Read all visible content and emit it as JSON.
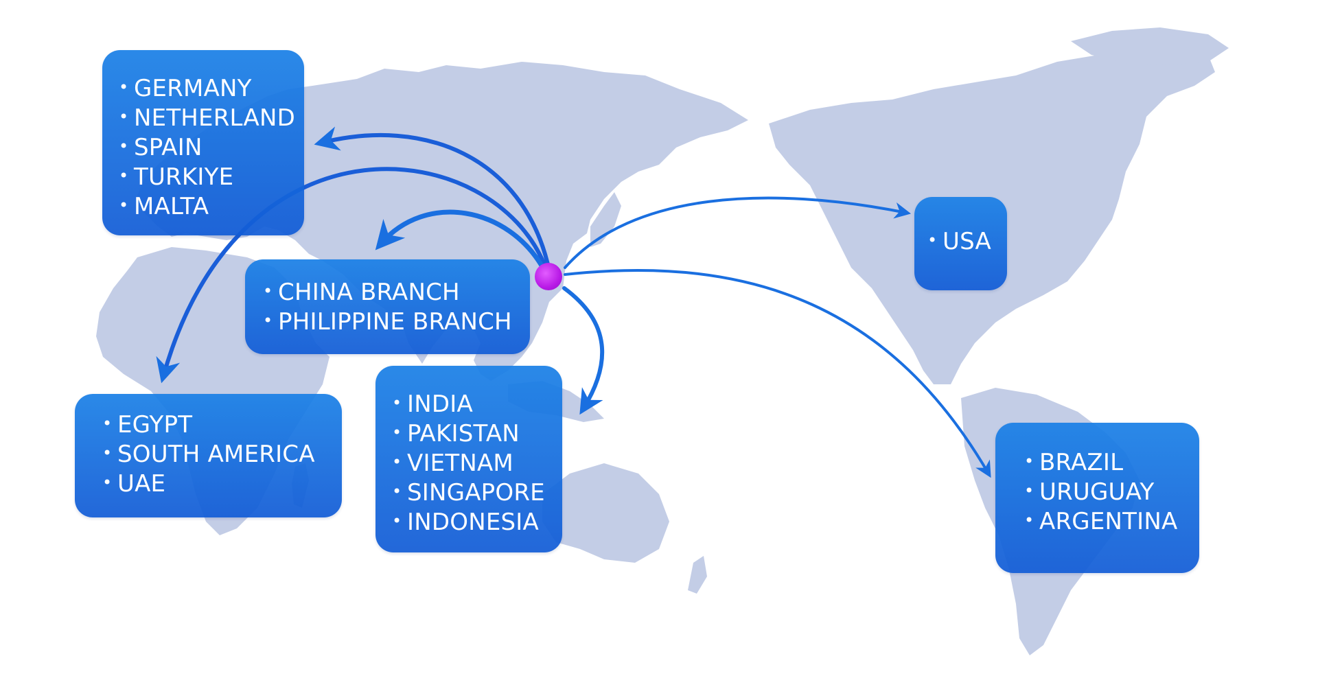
{
  "map": {
    "colors": {
      "land": "#c3cde6",
      "box": "#1470dc",
      "arrow": "#1a6fe0",
      "origin_dot": "#b81ae6",
      "text": "#ffffff"
    },
    "regions": [
      {
        "id": "europe",
        "items": [
          "GERMANY",
          "NETHERLAND",
          "SPAIN",
          "TURKIYE",
          "MALTA"
        ]
      },
      {
        "id": "asia",
        "items": [
          "CHINA BRANCH",
          "PHILIPPINE BRANCH"
        ]
      },
      {
        "id": "africa",
        "items": [
          "EGYPT",
          "SOUTH AMERICA",
          "UAE"
        ]
      },
      {
        "id": "seasia",
        "items": [
          "INDIA",
          "PAKISTAN",
          "VIETNAM",
          "SINGAPORE",
          "INDONESIA"
        ]
      },
      {
        "id": "usa",
        "items": [
          "USA"
        ]
      },
      {
        "id": "latam",
        "items": [
          "BRAZIL",
          "URUGUAY",
          "ARGENTINA"
        ]
      }
    ]
  }
}
